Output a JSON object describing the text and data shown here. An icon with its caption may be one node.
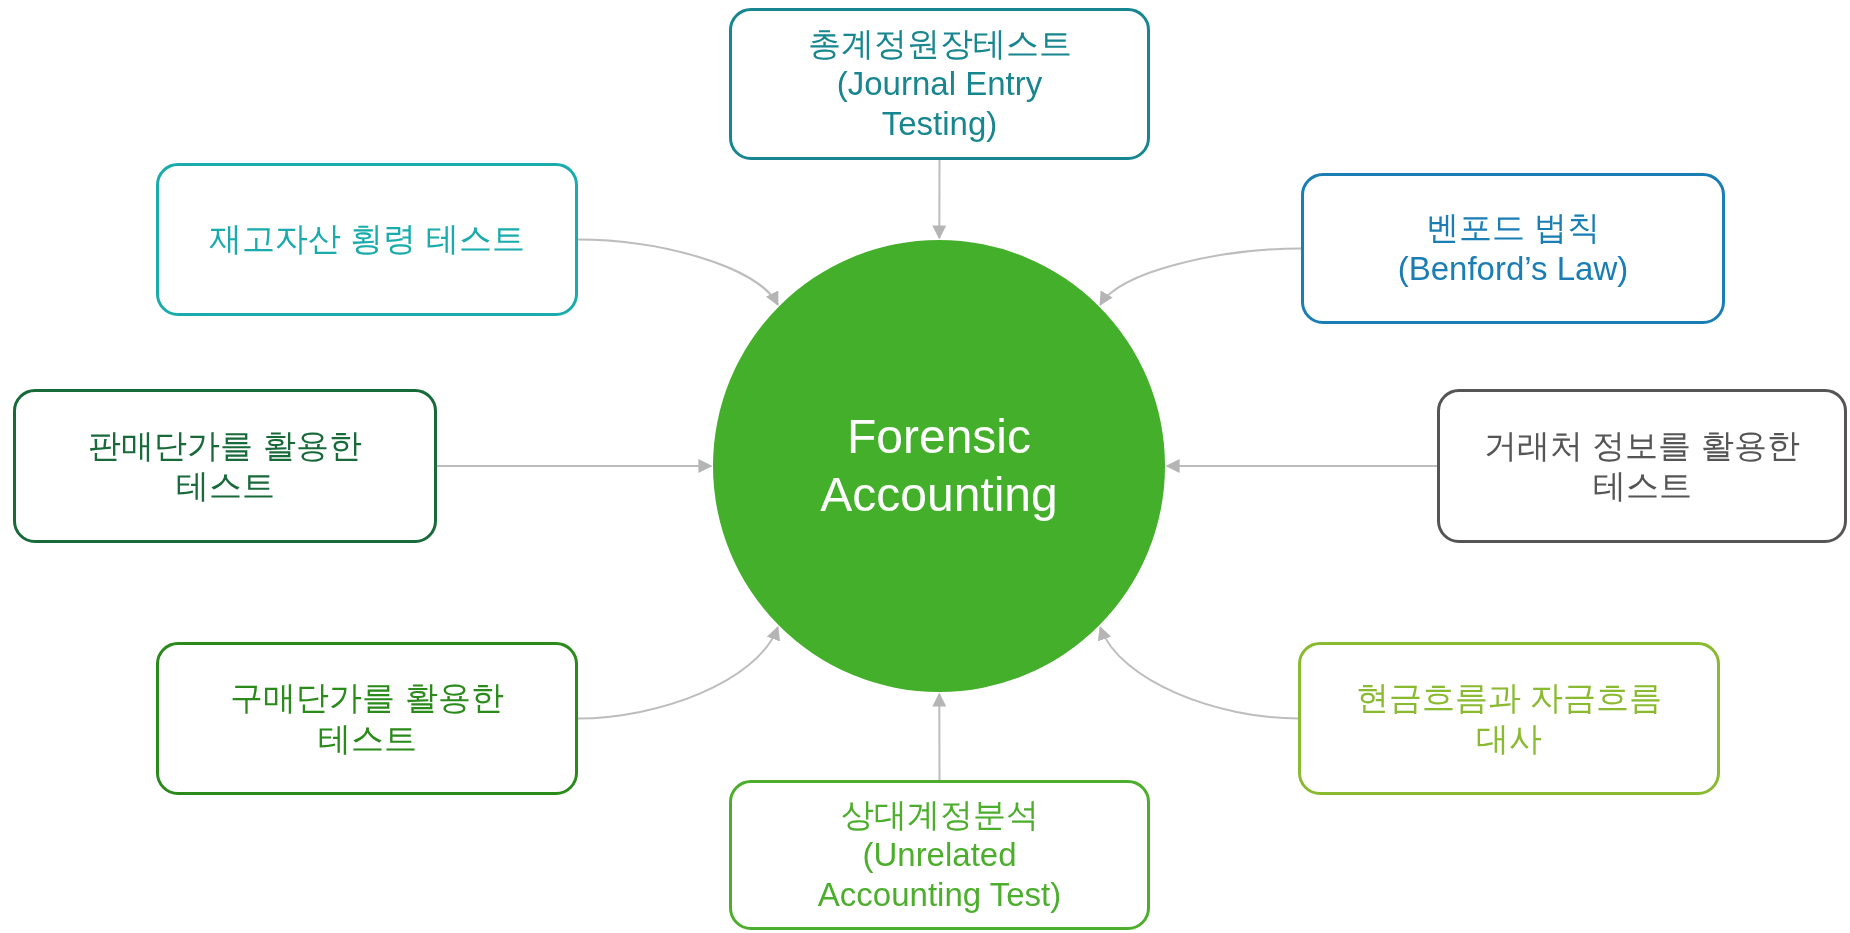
{
  "diagram": {
    "nodes": [
      {
        "text": [
          "총계정원장테스트",
          "(Journal Entry Testing)"
        ]
      },
      {
        "text": [
          "재고자산 횡령 테스트"
        ]
      },
      {
        "text": [
          "벤포드 법칙",
          "(Benford’s Law)"
        ]
      },
      {
        "text": [
          "판매단가를 활용한 테스트"
        ]
      },
      {
        "text": [
          "Forensic Accounting"
        ]
      },
      {
        "text": [
          "거래처 정보를 활용한 테스트"
        ]
      },
      {
        "text": [
          "구매단가를 활용한 테스트"
        ]
      },
      {
        "text": [
          "현금흐름과 자금흐름 대사"
        ]
      },
      {
        "text": [
          "상대계정분석",
          "(Unrelated Accounting Test)"
        ]
      }
    ],
    "edges": [
      {
        "from": 0,
        "to": 4,
        "arrow": "to"
      },
      {
        "from": 1,
        "to": 4,
        "arrow": "to"
      },
      {
        "from": 2,
        "to": 4,
        "arrow": "to"
      },
      {
        "from": 3,
        "to": 4,
        "arrow": "to"
      },
      {
        "from": 5,
        "to": 4,
        "arrow": "to"
      },
      {
        "from": 6,
        "to": 4,
        "arrow": "to"
      },
      {
        "from": 7,
        "to": 4,
        "arrow": "to"
      },
      {
        "from": 8,
        "to": 4,
        "arrow": "to"
      }
    ]
  }
}
